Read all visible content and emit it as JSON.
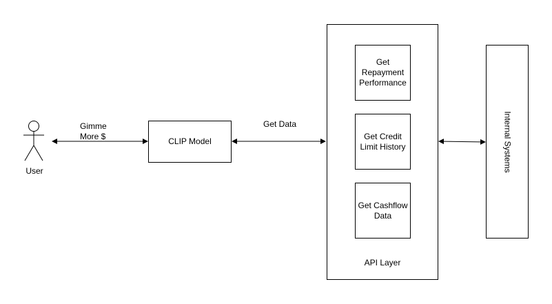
{
  "actor": {
    "label": "User"
  },
  "edges": {
    "user_to_model": "Gimme\nMore $",
    "model_to_api": "Get Data"
  },
  "nodes": {
    "clip_model": "CLIP Model",
    "api_layer": "API Layer",
    "repayment": "Get\nRepayment\nPerformance",
    "credit_limit": "Get Credit\nLimit History",
    "cashflow": "Get Cashflow\nData",
    "internal_systems": "Internal Systems"
  }
}
